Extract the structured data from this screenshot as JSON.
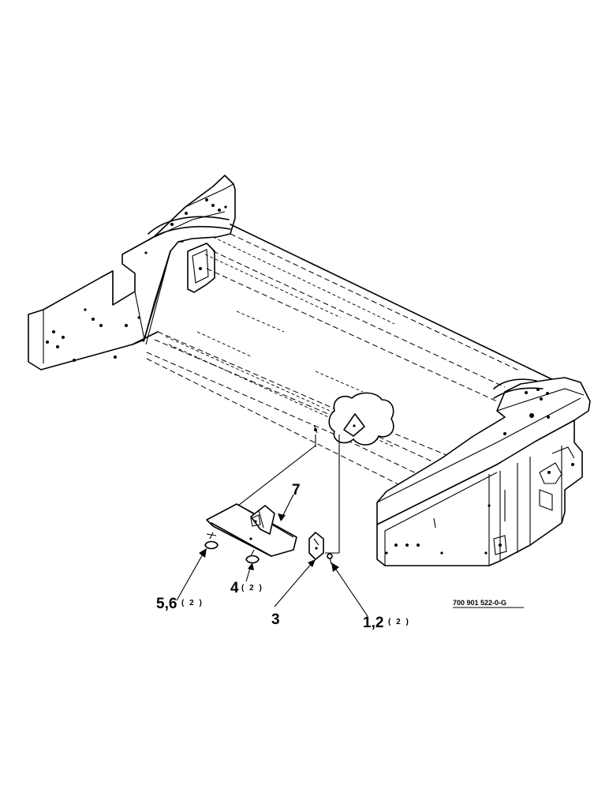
{
  "callouts": {
    "item_7": "7",
    "item_4": "4",
    "item_4_qty": "( 2 )",
    "item_56": "5,6",
    "item_56_qty": "( 2 )",
    "item_3": "3",
    "item_12": "1,2",
    "item_12_qty": "( 2 )"
  },
  "drawing_reference": "700 901 522-0-G"
}
